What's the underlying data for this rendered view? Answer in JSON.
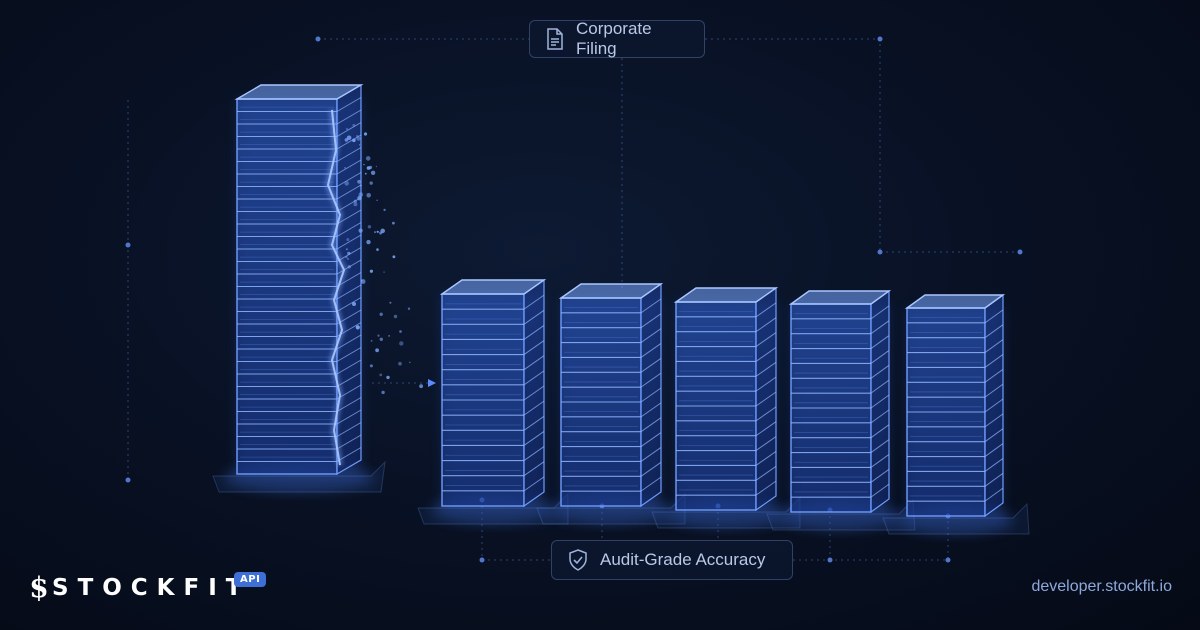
{
  "labels": {
    "top": "Corporate Filing",
    "bottom": "Audit-Grade Accuracy"
  },
  "icons": {
    "top": "document-icon",
    "bottom": "shield-check-icon"
  },
  "brand": {
    "name": "STOCKFIT",
    "badge": "API",
    "url": "developer.stockfit.io"
  },
  "colors": {
    "background": "#081022",
    "accent": "#5b8cff",
    "badge": "#3d6fd6"
  }
}
